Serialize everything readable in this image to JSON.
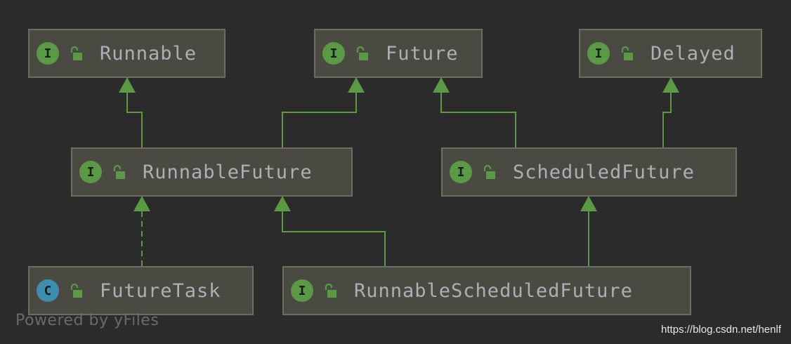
{
  "colors": {
    "background": "#2b2b2b",
    "node_fill": "#4a4a42",
    "node_border": "#6d6d62",
    "edge": "#5a9a44",
    "interface_badge": "#5b9a45",
    "class_badge": "#3d8fb0",
    "label_text": "#a9b0b6"
  },
  "nodes": [
    {
      "id": "runnable",
      "label": "Runnable",
      "badge": "I",
      "kind": "interface",
      "icon": "unlock-icon"
    },
    {
      "id": "future",
      "label": "Future",
      "badge": "I",
      "kind": "interface",
      "icon": "unlock-icon"
    },
    {
      "id": "delayed",
      "label": "Delayed",
      "badge": "I",
      "kind": "interface",
      "icon": "unlock-icon"
    },
    {
      "id": "runnablefuture",
      "label": "RunnableFuture",
      "badge": "I",
      "kind": "interface",
      "icon": "unlock-icon"
    },
    {
      "id": "scheduledfuture",
      "label": "ScheduledFuture",
      "badge": "I",
      "kind": "interface",
      "icon": "unlock-icon"
    },
    {
      "id": "futuretask",
      "label": "FutureTask",
      "badge": "C",
      "kind": "class",
      "icon": "unlock-icon"
    },
    {
      "id": "runnablescheduledfuture",
      "label": "RunnableScheduledFuture",
      "badge": "I",
      "kind": "interface",
      "icon": "unlock-icon"
    }
  ],
  "edges": [
    {
      "from": "runnablefuture",
      "to": "runnable",
      "style": "solid"
    },
    {
      "from": "runnablefuture",
      "to": "future",
      "style": "solid"
    },
    {
      "from": "scheduledfuture",
      "to": "future",
      "style": "solid"
    },
    {
      "from": "scheduledfuture",
      "to": "delayed",
      "style": "solid"
    },
    {
      "from": "futuretask",
      "to": "runnablefuture",
      "style": "dashed"
    },
    {
      "from": "runnablescheduledfuture",
      "to": "runnablefuture",
      "style": "solid"
    },
    {
      "from": "runnablescheduledfuture",
      "to": "scheduledfuture",
      "style": "solid"
    }
  ],
  "watermark": "Powered by yFiles",
  "source_url": "https://blog.csdn.net/henlf"
}
